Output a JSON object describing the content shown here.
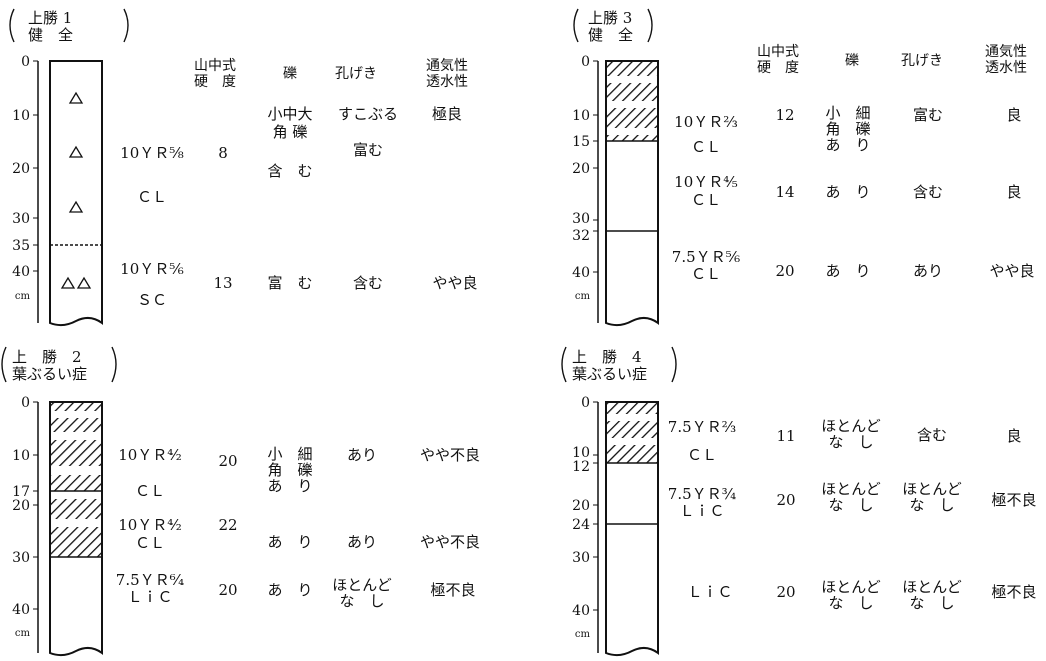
{
  "headers": {
    "hardness": [
      "山中式",
      "硬　度"
    ],
    "gravel": "礫",
    "pore": "孔げき",
    "permeability": [
      "通気性",
      "透水性"
    ]
  },
  "cm_label": "cm",
  "sites": [
    {
      "label": [
        "上勝 1",
        "健　全"
      ],
      "ticks": [
        "0",
        "10",
        "20",
        "30",
        "35",
        "40"
      ],
      "rows": [
        {
          "soil": [
            "10ＹＲ⅝",
            "ＣＬ"
          ],
          "hardness": "8",
          "gravel": [
            "小中大",
            "角 礫",
            "含　む"
          ],
          "pore": [
            "すこぶる",
            "富む"
          ],
          "permeability": "極良"
        },
        {
          "soil": [
            "10ＹＲ⅚",
            "ＳＣ"
          ],
          "hardness": "13",
          "gravel": [
            "富　む"
          ],
          "pore": [
            "含む"
          ],
          "permeability": "やや良"
        }
      ]
    },
    {
      "label": [
        "上　勝　2",
        "葉ぶるい症"
      ],
      "ticks": [
        "0",
        "10",
        "17",
        "20",
        "30",
        "40"
      ],
      "rows": [
        {
          "soil": [
            "10ＹＲ⁴⁄₂",
            "ＣＬ"
          ],
          "hardness": "20",
          "gravel": [
            "小　細",
            "角　礫",
            "あ　り"
          ],
          "pore": [
            "あり"
          ],
          "permeability": "やや不良"
        },
        {
          "soil": [
            "10ＹＲ⁴⁄₂",
            "ＣＬ"
          ],
          "hardness": "22",
          "gravel": [
            "あ　り"
          ],
          "pore": [
            "あり"
          ],
          "permeability": "やや不良"
        },
        {
          "soil": [
            "7.5ＹＲ⁶⁄₄",
            "ＬｉＣ"
          ],
          "hardness": "20",
          "gravel": [
            "あ　り"
          ],
          "pore": [
            "ほとんど",
            "な　し"
          ],
          "permeability": "極不良"
        }
      ]
    },
    {
      "label": [
        "上勝 3",
        "健　全"
      ],
      "ticks": [
        "0",
        "10",
        "15",
        "20",
        "30",
        "32",
        "40"
      ],
      "rows": [
        {
          "soil": [
            "10ＹＲ⅔",
            "ＣＬ"
          ],
          "hardness": "12",
          "gravel": [
            "小　細",
            "角　礫",
            "あ　り"
          ],
          "pore": [
            "富む"
          ],
          "permeability": "良"
        },
        {
          "soil": [
            "10ＹＲ⅘",
            "ＣＬ"
          ],
          "hardness": "14",
          "gravel": [
            "あ　り"
          ],
          "pore": [
            "含む"
          ],
          "permeability": "良"
        },
        {
          "soil": [
            "7.5ＹＲ⅚",
            "ＣＬ"
          ],
          "hardness": "20",
          "gravel": [
            "あ　り"
          ],
          "pore": [
            "あり"
          ],
          "permeability": "やや良"
        }
      ]
    },
    {
      "label": [
        "上　勝　4",
        "葉ぶるい症"
      ],
      "ticks": [
        "0",
        "10",
        "12",
        "20",
        "24",
        "30",
        "40"
      ],
      "rows": [
        {
          "soil": [
            "7.5ＹＲ⅔",
            "ＣＬ"
          ],
          "hardness": "11",
          "gravel": [
            "ほとんど",
            "な　し"
          ],
          "pore": [
            "含む"
          ],
          "permeability": "良"
        },
        {
          "soil": [
            "7.5ＹＲ¾",
            "ＬｉＣ"
          ],
          "hardness": "20",
          "gravel": [
            "ほとんど",
            "な　し"
          ],
          "pore": [
            "ほとんど",
            "な　し"
          ],
          "permeability": "極不良"
        },
        {
          "soil": [
            "ＬｉＣ"
          ],
          "hardness": "20",
          "gravel": [
            "ほとんど",
            "な　し"
          ],
          "pore": [
            "ほとんど",
            "な　し"
          ],
          "permeability": "極不良"
        }
      ]
    }
  ]
}
